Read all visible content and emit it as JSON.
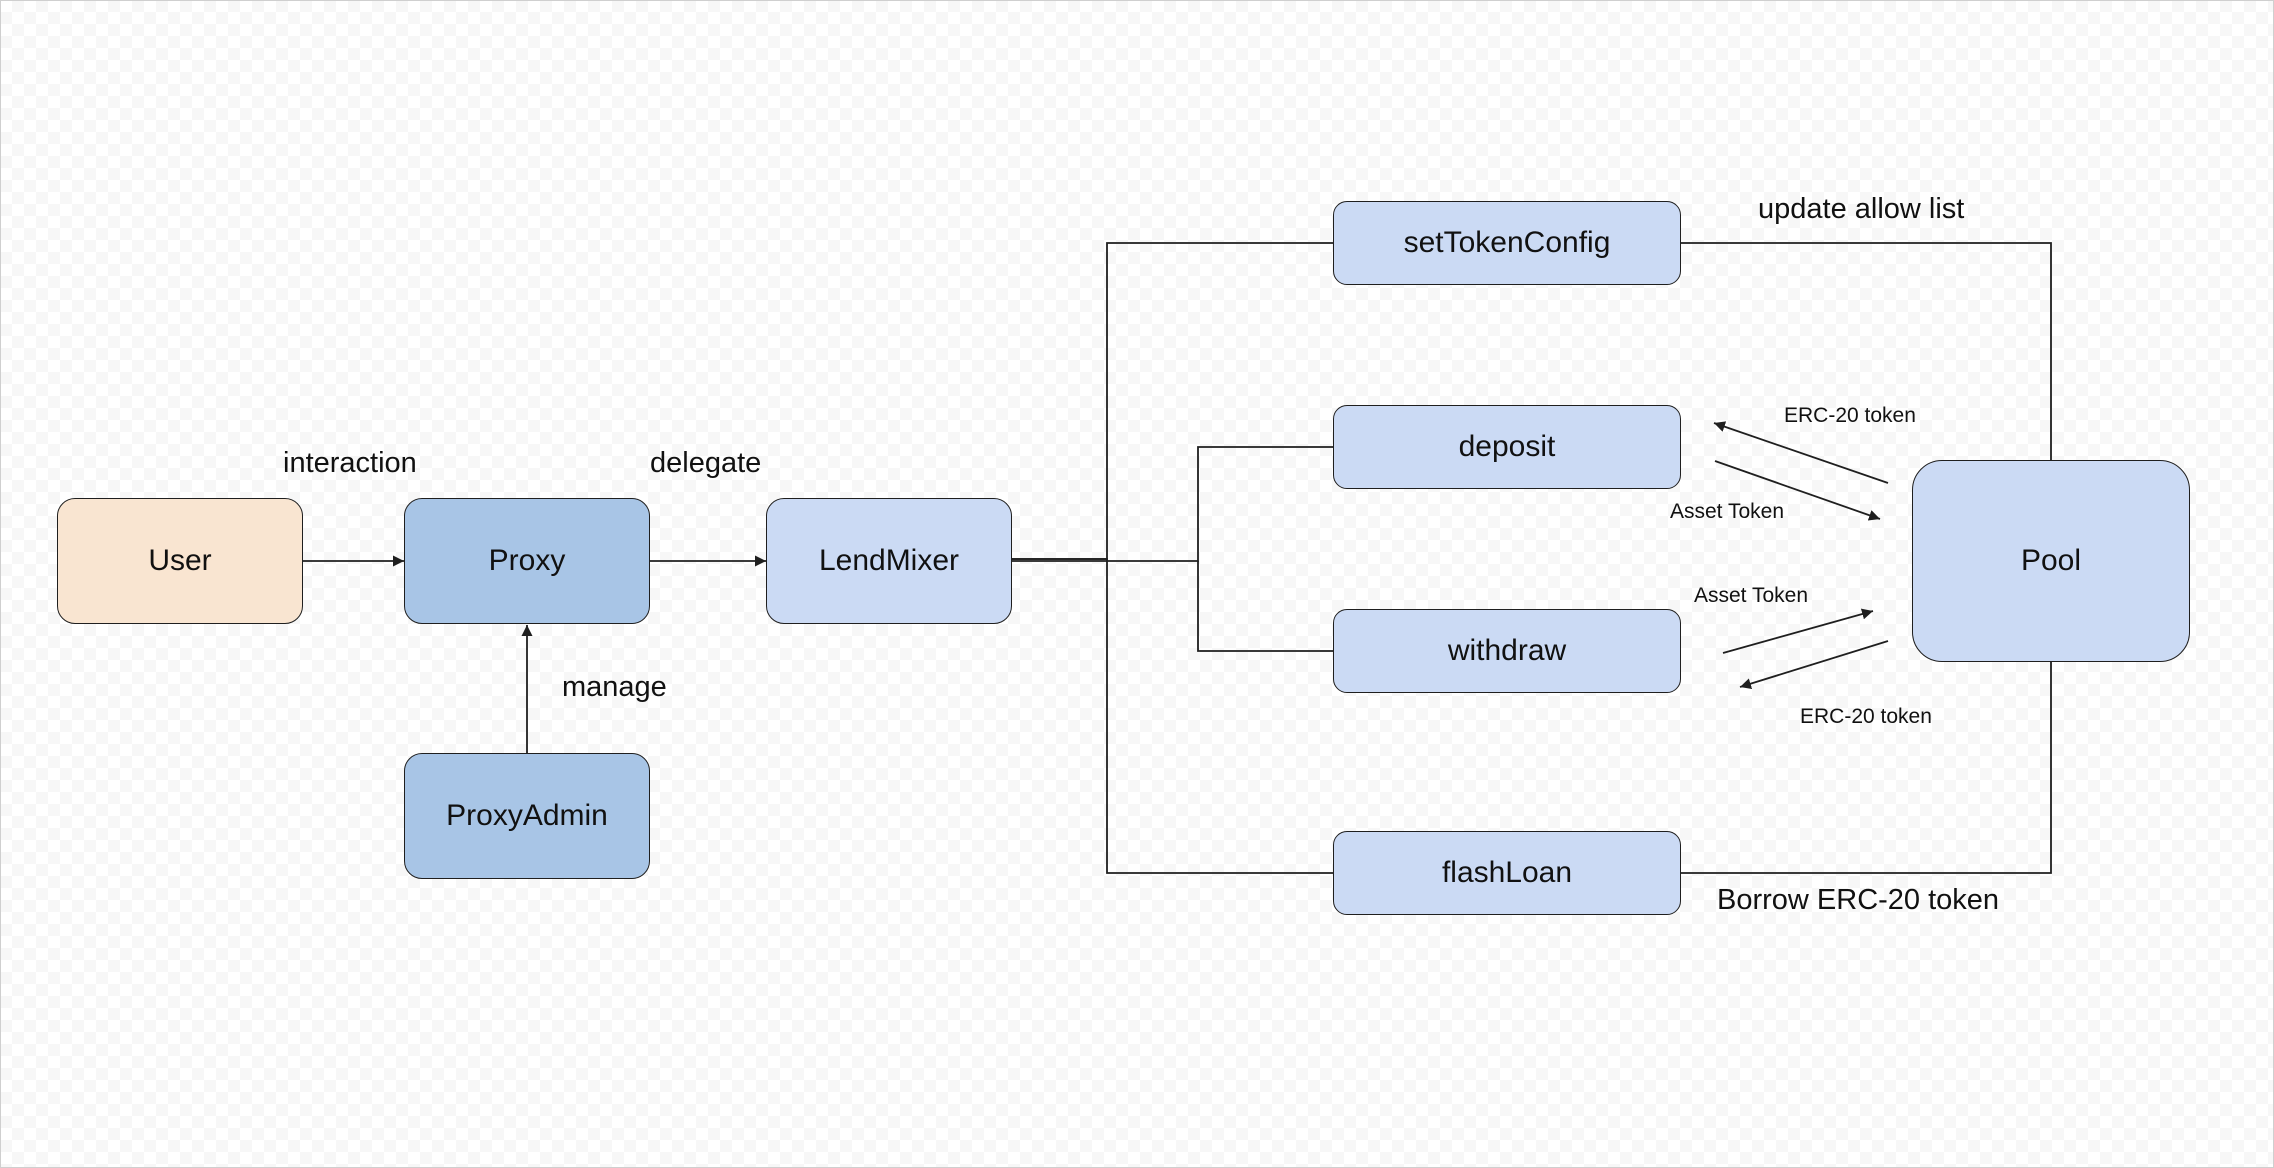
{
  "colors": {
    "user_fill": "#f9e5d1",
    "proxy_fill": "#a8c5e6",
    "light_fill": "#cbdaf4",
    "stroke": "#1f1f1f"
  },
  "nodes": {
    "user": "User",
    "proxy": "Proxy",
    "proxy_admin": "ProxyAdmin",
    "lendmixer": "LendMixer",
    "set_token_config": "setTokenConfig",
    "deposit": "deposit",
    "withdraw": "withdraw",
    "flash_loan": "flashLoan",
    "pool": "Pool"
  },
  "edge_labels": {
    "interaction": "interaction",
    "delegate": "delegate",
    "manage": "manage",
    "update_allow_list": "update allow list",
    "deposit_erc20": "ERC-20 token",
    "deposit_asset": "Asset Token",
    "withdraw_asset": "Asset Token",
    "withdraw_erc20": "ERC-20 token",
    "borrow": "Borrow ERC-20 token"
  }
}
